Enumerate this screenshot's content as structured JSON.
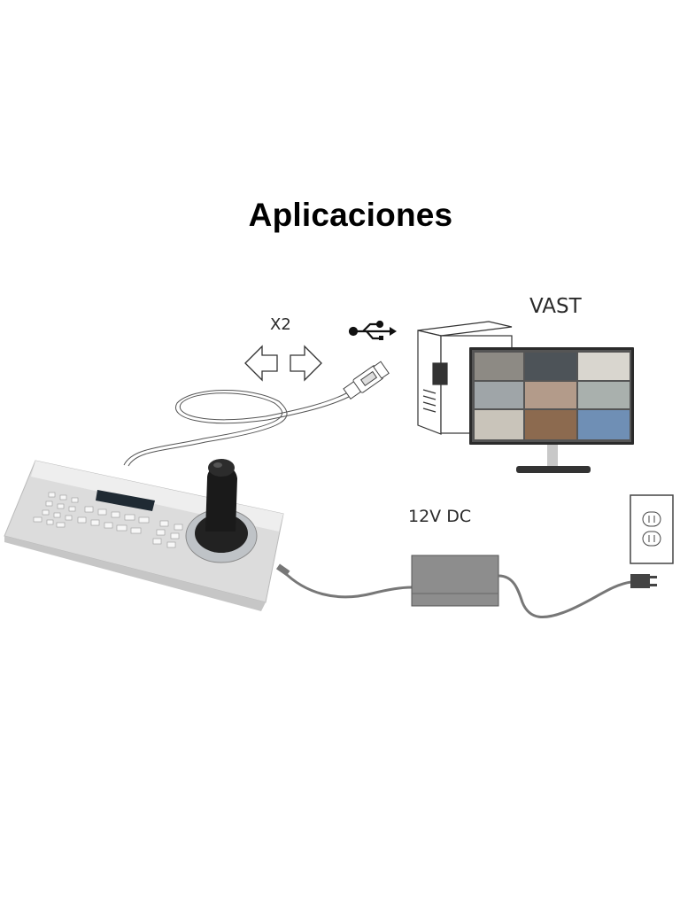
{
  "page": {
    "title": "Aplicaciones"
  },
  "diagram": {
    "labels": {
      "usb_multiplier": "X2",
      "software": "VAST",
      "power": "12V DC"
    },
    "components": [
      {
        "name": "PTZ keyboard controller with joystick"
      },
      {
        "name": "USB cable"
      },
      {
        "name": "PC tower"
      },
      {
        "name": "Monitor showing 3x3 camera grid"
      },
      {
        "name": "12V DC power adapter"
      },
      {
        "name": "Wall power outlet"
      }
    ],
    "icons": [
      "usb-icon",
      "arrow-left-icon",
      "arrow-right-icon"
    ],
    "colors": {
      "background": "#ffffff",
      "title": "#000000",
      "label": "#2a2a2a",
      "adapter": "#8a8a8a",
      "joystick": "#1a1a1a"
    }
  }
}
